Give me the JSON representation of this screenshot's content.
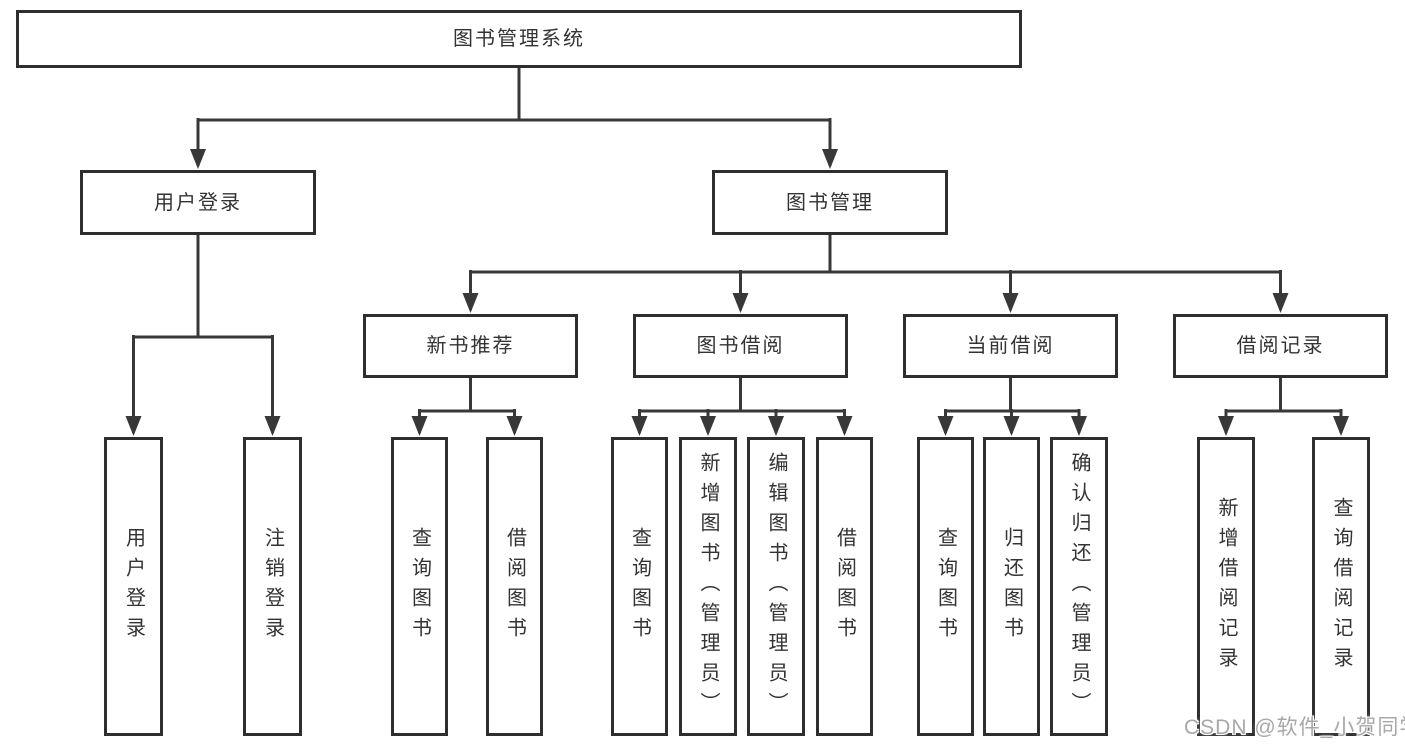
{
  "diagram": {
    "type": "hierarchy-diagram",
    "title": "图书管理系统",
    "watermark": "CSDN @软件_小贺同学",
    "colors": {
      "background": "#ffffff",
      "line": "#383838",
      "box_border": "#2e2e2e",
      "text": "#333333",
      "watermark": "#a8a8a8"
    },
    "tree": {
      "label": "图书管理系统",
      "children": [
        {
          "label": "用户登录",
          "children": [
            {
              "label": "用户登录"
            },
            {
              "label": "注销登录"
            }
          ]
        },
        {
          "label": "图书管理",
          "children": [
            {
              "label": "新书推荐",
              "children": [
                {
                  "label": "查询图书"
                },
                {
                  "label": "借阅图书"
                }
              ]
            },
            {
              "label": "图书借阅",
              "children": [
                {
                  "label": "查询图书"
                },
                {
                  "label": "新增图书（管理员）"
                },
                {
                  "label": "编辑图书（管理员）"
                },
                {
                  "label": "借阅图书"
                }
              ]
            },
            {
              "label": "当前借阅",
              "children": [
                {
                  "label": "查询图书"
                },
                {
                  "label": "归还图书"
                },
                {
                  "label": "确认归还（管理员）"
                }
              ]
            },
            {
              "label": "借阅记录",
              "children": [
                {
                  "label": "新增借阅记录"
                },
                {
                  "label": "查询借阅记录"
                }
              ]
            }
          ]
        }
      ]
    }
  }
}
